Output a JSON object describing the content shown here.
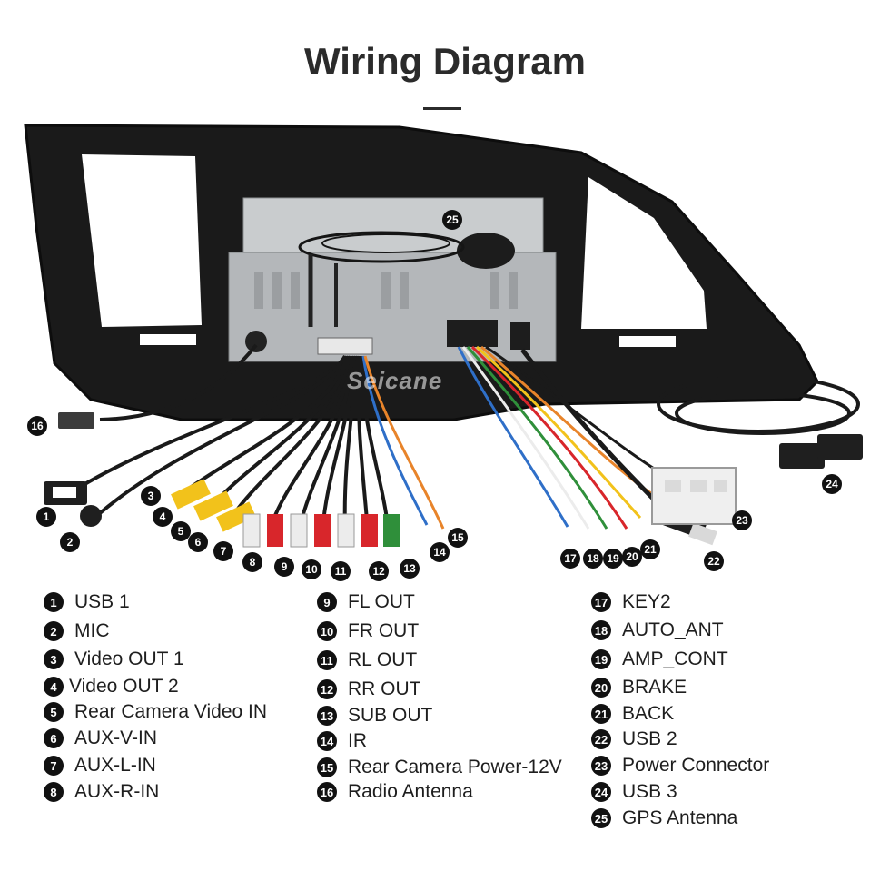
{
  "title": "Wiring Diagram",
  "watermark": "Seicane",
  "colors": {
    "frame": "#1a1a1a",
    "unit": "#b9bcbf",
    "wire_red": "#d8262b",
    "wire_white": "#ececec",
    "wire_yellow": "#f2c21b",
    "wire_green": "#2f8f3a",
    "wire_blue": "#2f6fc8",
    "wire_orange": "#e8842a"
  },
  "callouts": [
    "1",
    "2",
    "3",
    "4",
    "5",
    "6",
    "7",
    "8",
    "9",
    "10",
    "11",
    "12",
    "13",
    "14",
    "15",
    "16",
    "17",
    "18",
    "19",
    "20",
    "21",
    "22",
    "23",
    "24",
    "25"
  ],
  "legend": {
    "col1": [
      {
        "num": "1",
        "label": "USB 1"
      },
      {
        "num": "2",
        "label": "MIC"
      },
      {
        "num": "3",
        "label": "Video OUT 1"
      },
      {
        "num": "4",
        "label": "Video OUT 2"
      },
      {
        "num": "5",
        "label": "Rear Camera Video IN"
      },
      {
        "num": "6",
        "label": "AUX-V-IN"
      },
      {
        "num": "7",
        "label": "AUX-L-IN"
      },
      {
        "num": "8",
        "label": "AUX-R-IN"
      }
    ],
    "col2": [
      {
        "num": "9",
        "label": "FL OUT"
      },
      {
        "num": "10",
        "label": "FR OUT"
      },
      {
        "num": "11",
        "label": "RL OUT"
      },
      {
        "num": "12",
        "label": "RR OUT"
      },
      {
        "num": "13",
        "label": "SUB OUT"
      },
      {
        "num": "14",
        "label": "IR"
      },
      {
        "num": "15",
        "label": "Rear Camera Power-12V"
      },
      {
        "num": "16",
        "label": "Radio Antenna"
      }
    ],
    "col3": [
      {
        "num": "17",
        "label": "KEY2"
      },
      {
        "num": "18",
        "label": "AUTO_ANT"
      },
      {
        "num": "19",
        "label": "AMP_CONT"
      },
      {
        "num": "20",
        "label": "BRAKE"
      },
      {
        "num": "21",
        "label": "BACK"
      },
      {
        "num": "22",
        "label": "USB 2"
      },
      {
        "num": "23",
        "label": "Power Connector"
      },
      {
        "num": "24",
        "label": "USB 3"
      },
      {
        "num": "25",
        "label": "GPS Antenna"
      }
    ]
  }
}
